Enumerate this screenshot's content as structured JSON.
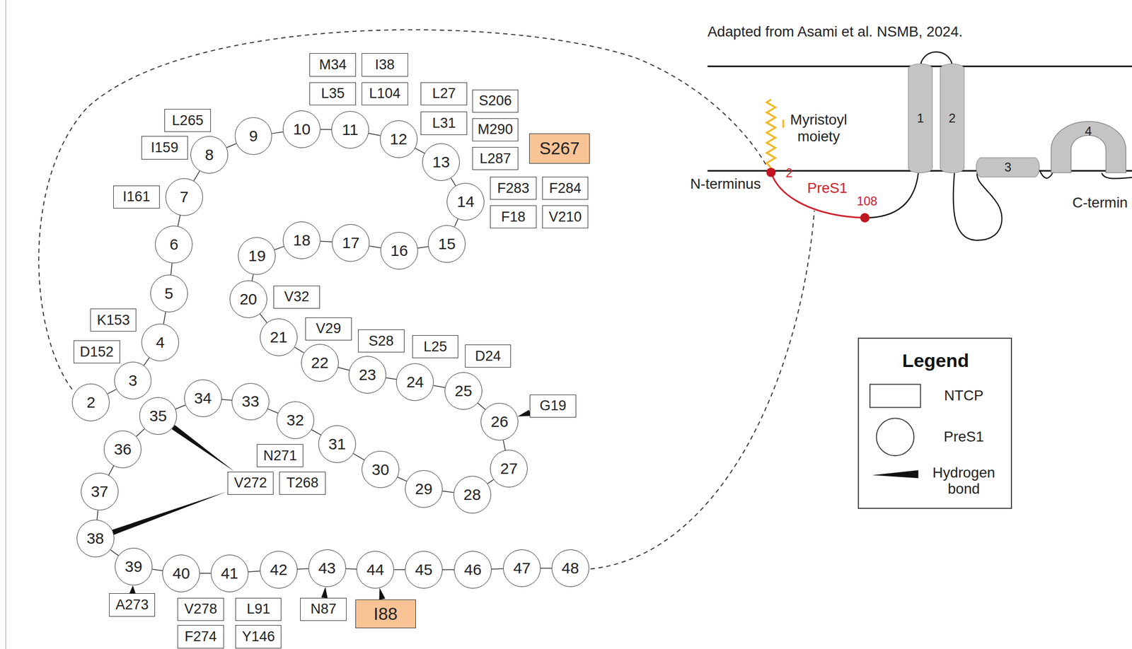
{
  "diagram": {
    "nodes": [
      {
        "text": [
          "2"
        ]
      },
      {
        "text": [
          "3"
        ]
      },
      {
        "text": [
          "4"
        ]
      },
      {
        "text": [
          "5"
        ]
      },
      {
        "text": [
          "6"
        ]
      },
      {
        "text": [
          "7"
        ]
      },
      {
        "text": [
          "8"
        ]
      },
      {
        "text": [
          "9"
        ]
      },
      {
        "text": [
          "10"
        ]
      },
      {
        "text": [
          "11"
        ]
      },
      {
        "text": [
          "12"
        ]
      },
      {
        "text": [
          "13"
        ]
      },
      {
        "text": [
          "14"
        ]
      },
      {
        "text": [
          "15"
        ]
      },
      {
        "text": [
          "16"
        ]
      },
      {
        "text": [
          "17"
        ]
      },
      {
        "text": [
          "18"
        ]
      },
      {
        "text": [
          "19"
        ]
      },
      {
        "text": [
          "20"
        ]
      },
      {
        "text": [
          "21"
        ]
      },
      {
        "text": [
          "22"
        ]
      },
      {
        "text": [
          "23"
        ]
      },
      {
        "text": [
          "24"
        ]
      },
      {
        "text": [
          "25"
        ]
      },
      {
        "text": [
          "26"
        ]
      },
      {
        "text": [
          "27"
        ]
      },
      {
        "text": [
          "28"
        ]
      },
      {
        "text": [
          "29"
        ]
      },
      {
        "text": [
          "30"
        ]
      },
      {
        "text": [
          "31"
        ]
      },
      {
        "text": [
          "32"
        ]
      },
      {
        "text": [
          "33"
        ]
      },
      {
        "text": [
          "34"
        ]
      },
      {
        "text": [
          "35"
        ]
      },
      {
        "text": [
          "36"
        ]
      },
      {
        "text": [
          "37"
        ]
      },
      {
        "text": [
          "38"
        ]
      },
      {
        "text": [
          "39"
        ]
      },
      {
        "text": [
          "40"
        ]
      },
      {
        "text": [
          "41"
        ]
      },
      {
        "text": [
          "42"
        ]
      },
      {
        "text": [
          "43"
        ]
      },
      {
        "text": [
          "44"
        ]
      },
      {
        "text": [
          "45"
        ]
      },
      {
        "text": [
          "46"
        ]
      },
      {
        "text": [
          "47"
        ]
      },
      {
        "text": [
          "48"
        ]
      },
      {
        "text": [
          "M34"
        ]
      },
      {
        "text": [
          "I38"
        ]
      },
      {
        "text": [
          "L35"
        ]
      },
      {
        "text": [
          "L104"
        ]
      },
      {
        "text": [
          "L27"
        ]
      },
      {
        "text": [
          "S206"
        ]
      },
      {
        "text": [
          "L265"
        ]
      },
      {
        "text": [
          "L31"
        ]
      },
      {
        "text": [
          "M290"
        ]
      },
      {
        "text": [
          "I159"
        ]
      },
      {
        "text": [
          "S267"
        ]
      },
      {
        "text": [
          "L287"
        ]
      },
      {
        "text": [
          "I161"
        ]
      },
      {
        "text": [
          "F283"
        ]
      },
      {
        "text": [
          "F284"
        ]
      },
      {
        "text": [
          "F18"
        ]
      },
      {
        "text": [
          "V210"
        ]
      },
      {
        "text": [
          "V32"
        ]
      },
      {
        "text": [
          "K153"
        ]
      },
      {
        "text": [
          "V29"
        ]
      },
      {
        "text": [
          "S28"
        ]
      },
      {
        "text": [
          "L25"
        ]
      },
      {
        "text": [
          "D152"
        ]
      },
      {
        "text": [
          "D24"
        ]
      },
      {
        "text": [
          "G19"
        ]
      },
      {
        "text": [
          "N271"
        ]
      },
      {
        "text": [
          "V272"
        ]
      },
      {
        "text": [
          "T268"
        ]
      },
      {
        "text": [
          "A273"
        ]
      },
      {
        "text": [
          "V278"
        ]
      },
      {
        "text": [
          "L91"
        ]
      },
      {
        "text": [
          "N87"
        ]
      },
      {
        "text": [
          "I88"
        ]
      },
      {
        "text": [
          "F274"
        ]
      },
      {
        "text": [
          "Y146"
        ]
      },
      {
        "text": [
          "1"
        ]
      },
      {
        "text": [
          "2"
        ]
      },
      {
        "text": [
          "3"
        ]
      },
      {
        "text": [
          "4"
        ]
      }
    ],
    "edges": [
      {
        "from": 0,
        "to": 1,
        "arrow": "none"
      },
      {
        "from": 1,
        "to": 2,
        "arrow": "none"
      },
      {
        "from": 2,
        "to": 3,
        "arrow": "none"
      },
      {
        "from": 3,
        "to": 4,
        "arrow": "none"
      },
      {
        "from": 4,
        "to": 5,
        "arrow": "none"
      },
      {
        "from": 5,
        "to": 6,
        "arrow": "none"
      },
      {
        "from": 6,
        "to": 7,
        "arrow": "none"
      },
      {
        "from": 7,
        "to": 8,
        "arrow": "none"
      },
      {
        "from": 8,
        "to": 9,
        "arrow": "none"
      },
      {
        "from": 9,
        "to": 10,
        "arrow": "none"
      },
      {
        "from": 10,
        "to": 11,
        "arrow": "none"
      },
      {
        "from": 11,
        "to": 12,
        "arrow": "none"
      },
      {
        "from": 12,
        "to": 13,
        "arrow": "none"
      },
      {
        "from": 13,
        "to": 14,
        "arrow": "none"
      },
      {
        "from": 14,
        "to": 15,
        "arrow": "none"
      },
      {
        "from": 15,
        "to": 16,
        "arrow": "none"
      },
      {
        "from": 16,
        "to": 17,
        "arrow": "none"
      },
      {
        "from": 17,
        "to": 18,
        "arrow": "none"
      },
      {
        "from": 18,
        "to": 19,
        "arrow": "none"
      },
      {
        "from": 19,
        "to": 20,
        "arrow": "none"
      },
      {
        "from": 20,
        "to": 21,
        "arrow": "none"
      },
      {
        "from": 21,
        "to": 22,
        "arrow": "none"
      },
      {
        "from": 22,
        "to": 23,
        "arrow": "none"
      },
      {
        "from": 23,
        "to": 24,
        "arrow": "none"
      },
      {
        "from": 24,
        "to": 25,
        "arrow": "none"
      },
      {
        "from": 25,
        "to": 26,
        "arrow": "none"
      },
      {
        "from": 26,
        "to": 27,
        "arrow": "none"
      },
      {
        "from": 27,
        "to": 28,
        "arrow": "none"
      },
      {
        "from": 28,
        "to": 29,
        "arrow": "none"
      },
      {
        "from": 29,
        "to": 30,
        "arrow": "none"
      },
      {
        "from": 30,
        "to": 31,
        "arrow": "none"
      },
      {
        "from": 31,
        "to": 32,
        "arrow": "none"
      },
      {
        "from": 32,
        "to": 33,
        "arrow": "none"
      },
      {
        "from": 33,
        "to": 34,
        "arrow": "none"
      },
      {
        "from": 34,
        "to": 35,
        "arrow": "none"
      },
      {
        "from": 35,
        "to": 36,
        "arrow": "none"
      },
      {
        "from": 36,
        "to": 37,
        "arrow": "none"
      },
      {
        "from": 37,
        "to": 38,
        "arrow": "none"
      },
      {
        "from": 38,
        "to": 39,
        "arrow": "none"
      },
      {
        "from": 39,
        "to": 40,
        "arrow": "none"
      },
      {
        "from": 40,
        "to": 41,
        "arrow": "none"
      },
      {
        "from": 41,
        "to": 42,
        "arrow": "none"
      },
      {
        "from": 42,
        "to": 43,
        "arrow": "none"
      },
      {
        "from": 43,
        "to": 44,
        "arrow": "none"
      },
      {
        "from": 44,
        "to": 45,
        "arrow": "none"
      },
      {
        "from": 45,
        "to": 46,
        "arrow": "none"
      },
      {
        "from": 33,
        "to": 73,
        "arrow": "none"
      },
      {
        "from": 36,
        "to": 73,
        "arrow": "none"
      },
      {
        "from": 24,
        "to": 71,
        "arrow": "none"
      },
      {
        "from": 37,
        "to": 75,
        "arrow": "none"
      },
      {
        "from": 41,
        "to": 78,
        "arrow": "none"
      },
      {
        "from": 42,
        "to": 79,
        "arrow": "none"
      }
    ],
    "labels": [
      "Adapted from Asami et al. NSMB, 2024.",
      "Myristoyl moiety",
      "N-terminus",
      "2",
      "PreS1",
      "108",
      "C-termin",
      "Legend"
    ],
    "legend": [
      {
        "text": "NTCP"
      },
      {
        "text": "PreS1"
      },
      {
        "text": "Hydrogen bond"
      }
    ]
  }
}
